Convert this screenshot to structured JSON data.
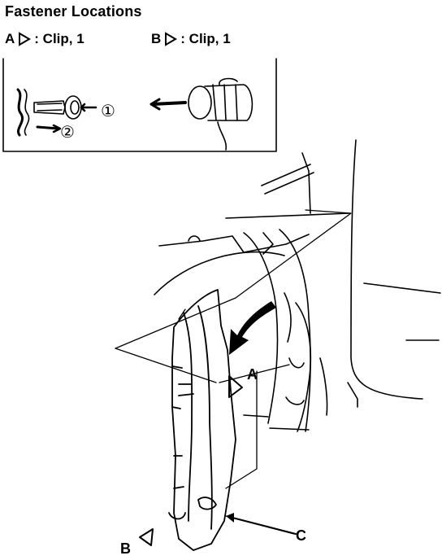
{
  "title": "Fastener Locations",
  "legend": [
    {
      "letter": "A",
      "text": ": Clip, 1"
    },
    {
      "letter": "B",
      "text": ": Clip, 1"
    }
  ],
  "steps": [
    "①",
    "②"
  ],
  "callouts": {
    "a": "A",
    "b": "B",
    "c": "C"
  }
}
